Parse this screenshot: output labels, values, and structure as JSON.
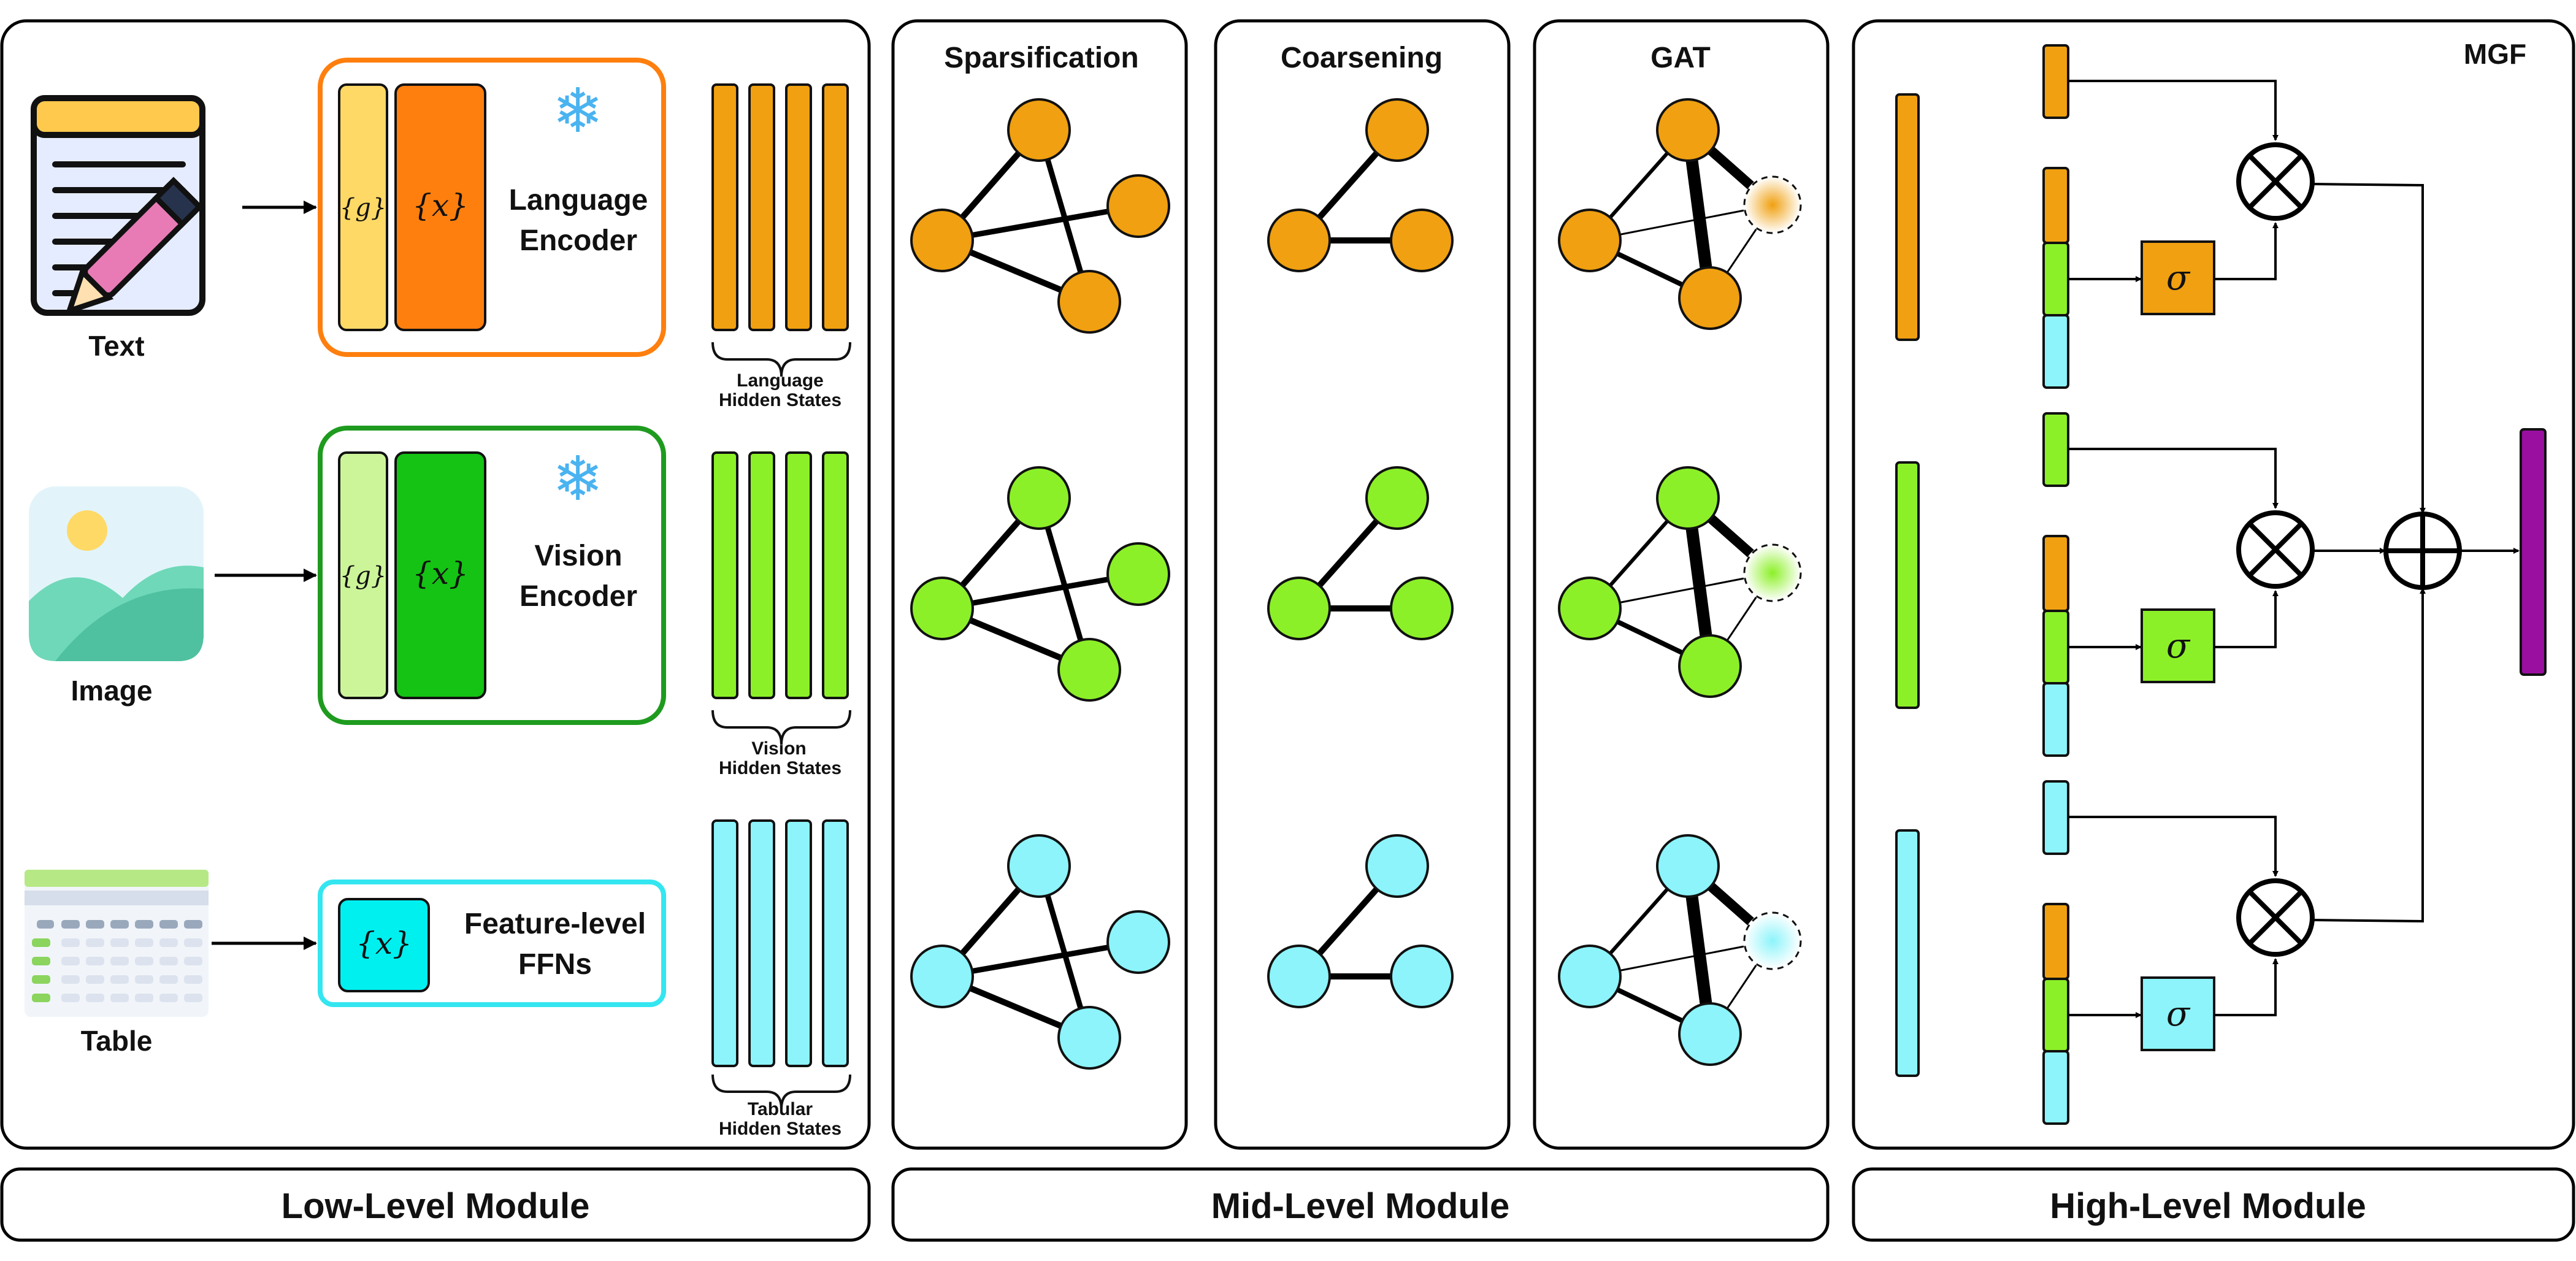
{
  "colors": {
    "language": "#F0A010",
    "language_accent": "#FF7F0E",
    "language_light": "#FFD966",
    "vision": "#8CF028",
    "vision_dark": "#14C314",
    "vision_light": "#CCF59A",
    "tabular": "#8CF4FA",
    "feature_ffn": "#00F0F0",
    "feature_border": "#33E6F0",
    "vision_border": "#1E9B1E",
    "fused_output": "#9A0FA0"
  },
  "low_level": {
    "inputs": [
      {
        "label": "Text",
        "icon": "text-document-icon"
      },
      {
        "label": "Image",
        "icon": "image-icon"
      },
      {
        "label": "Table",
        "icon": "table-icon"
      }
    ],
    "encoders": [
      {
        "line1": "Language",
        "line2": "Encoder",
        "frozen_icon": "snowflake-icon",
        "g_symbol": "{g}",
        "x_symbol": "{x}"
      },
      {
        "line1": "Vision",
        "line2": "Encoder",
        "frozen_icon": "snowflake-icon",
        "g_symbol": "{g}",
        "x_symbol": "{x}"
      },
      {
        "line1": "Feature-level",
        "line2": "FFNs",
        "x_symbol": "{x}"
      }
    ],
    "hidden_states": [
      {
        "line1": "Language",
        "line2": "Hidden States"
      },
      {
        "line1": "Vision",
        "line2": "Hidden States"
      },
      {
        "line1": "Tabular",
        "line2": "Hidden States"
      }
    ]
  },
  "mid_level": {
    "panels": [
      "Sparsification",
      "Coarsening",
      "GAT"
    ]
  },
  "high_level": {
    "title": "MGF",
    "sigma": "σ",
    "multiply_icon": "otimes-icon",
    "add_icon": "oplus-icon"
  },
  "modules": [
    "Low-Level Module",
    "Mid-Level Module",
    "High-Level Module"
  ]
}
